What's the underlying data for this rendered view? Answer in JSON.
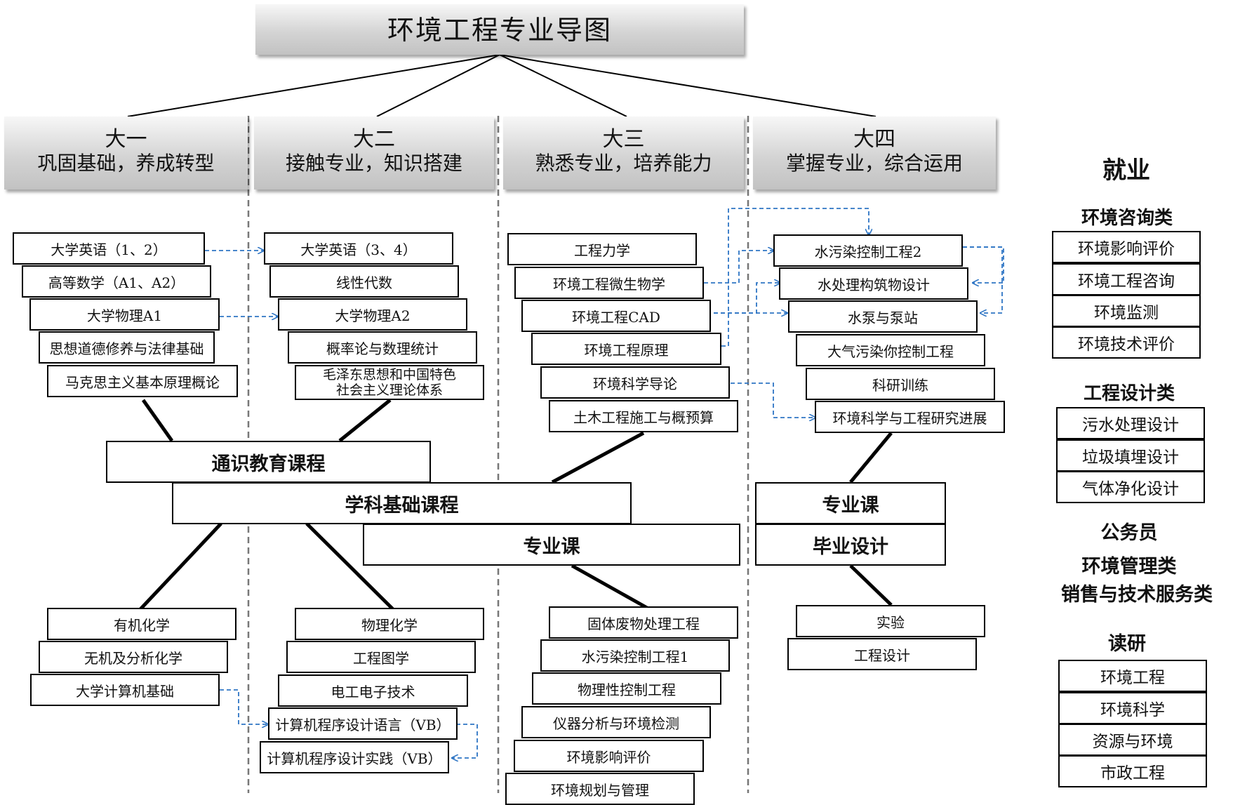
{
  "title": "环境工程专业导图",
  "years": [
    {
      "year": "大一",
      "desc": "巩固基础，养成转型"
    },
    {
      "year": "大二",
      "desc": "接触专业，知识搭建"
    },
    {
      "year": "大三",
      "desc": "熟悉专业，培养能力"
    },
    {
      "year": "大四",
      "desc": "掌握专业，综合运用"
    }
  ],
  "courses": {
    "y1_general": [
      "大学英语（1、2）",
      "高等数学（A1、A2）",
      "大学物理A1",
      "思想道德修养与法律基础",
      "马克思主义基本原理概论"
    ],
    "y2_general": [
      "大学英语（3、4）",
      "线性代数",
      "大学物理A2",
      "概率论与数理统计",
      "毛泽东思想和中国特色",
      "社会主义理论体系"
    ],
    "y3_top": [
      "工程力学",
      "环境工程微生物学",
      "环境工程CAD",
      "环境工程原理",
      "环境科学导论",
      "土木工程施工与概预算"
    ],
    "y4_top": [
      "水污染控制工程2",
      "水处理构筑物设计",
      "水泵与泵站",
      "大气污染你控制工程",
      "科研训练",
      "环境科学与工程研究进展"
    ],
    "y1_basic": [
      "有机化学",
      "无机及分析化学",
      "大学计算机基础"
    ],
    "y2_basic": [
      "物理化学",
      "工程图学",
      "电工电子技术",
      "计算机程序设计语言（VB）",
      "计算机程序设计实践（VB）"
    ],
    "y3_bottom": [
      "固体废物处理工程",
      "水污染控制工程1",
      "物理性控制工程",
      "仪器分析与环境检测",
      "环境影响评价",
      "环境规划与管理"
    ],
    "y4_bottom": [
      "实验",
      "工程设计"
    ]
  },
  "categories": {
    "general": "通识教育课程",
    "basic": "学科基础课程",
    "major": "专业课",
    "major4": "专业课",
    "thesis": "毕业设计"
  },
  "careers": {
    "employment": "就业",
    "consulting_title": "环境咨询类",
    "consulting": [
      "环境影响评价",
      "环境工程咨询",
      "环境监测",
      "环境技术评价"
    ],
    "design_title": "工程设计类",
    "design": [
      "污水处理设计",
      "垃圾填埋设计",
      "气体净化设计"
    ],
    "civil_servant": "公务员",
    "management": "环境管理类",
    "sales": "销售与技术服务类",
    "graduate": "读研",
    "graduate_list": [
      "环境工程",
      "环境科学",
      "资源与环境",
      "市政工程"
    ]
  },
  "colors": {
    "arrow": "#2e75c4",
    "line": "#000000",
    "divider": "#777777"
  }
}
